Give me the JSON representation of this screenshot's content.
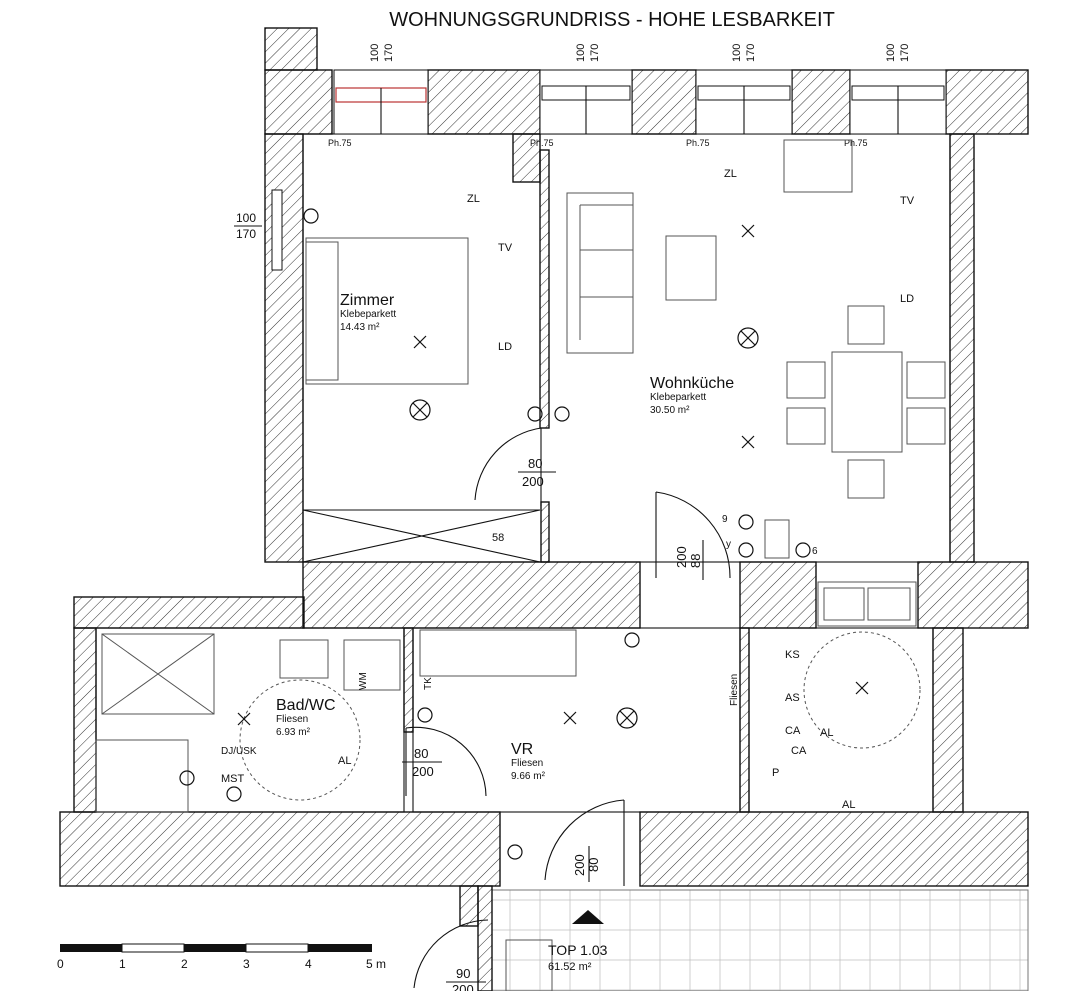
{
  "title": "WOHNUNGSGRUNDRISS - HOHE LESBARKEIT",
  "window_dims": {
    "w": "100",
    "h": "170"
  },
  "ph_label": "Ph.75",
  "rooms": {
    "zimmer": {
      "name": "Zimmer",
      "floor": "Klebeparkett",
      "area": "14.43 m²"
    },
    "wohnkueche": {
      "name": "Wohnküche",
      "floor": "Klebeparkett",
      "area": "30.50 m²"
    },
    "bad": {
      "name": "Bad/WC",
      "floor": "Fliesen",
      "area": "6.93 m²"
    },
    "vr": {
      "name": "VR",
      "floor": "Fliesen",
      "area": "9.66 m²"
    }
  },
  "doors": {
    "zimmer": {
      "w": "80",
      "h": "200"
    },
    "kitchen": {
      "w": "88",
      "h": "200"
    },
    "bad": {
      "w": "80",
      "h": "200"
    },
    "entry": {
      "w": "80",
      "h": "200"
    },
    "stair": {
      "w": "90",
      "h": "200"
    }
  },
  "symbols": {
    "tv": "TV",
    "ld": "LD",
    "zl": "ZL",
    "al": "AL",
    "ks": "KS",
    "as": "AS",
    "ca": "CA",
    "p": "P",
    "mst": "MST",
    "djusk": "DJ/USK",
    "wm": "WM",
    "tk": "TK",
    "fliesen": "Fliesen",
    "fiftyeight": "58",
    "nine": "9",
    "six": "6",
    "y": "y"
  },
  "unit": {
    "name": "TOP 1.03",
    "area": "61.52 m²"
  },
  "scale": {
    "ticks": [
      "0",
      "1",
      "2",
      "3",
      "4",
      "5 m"
    ]
  }
}
